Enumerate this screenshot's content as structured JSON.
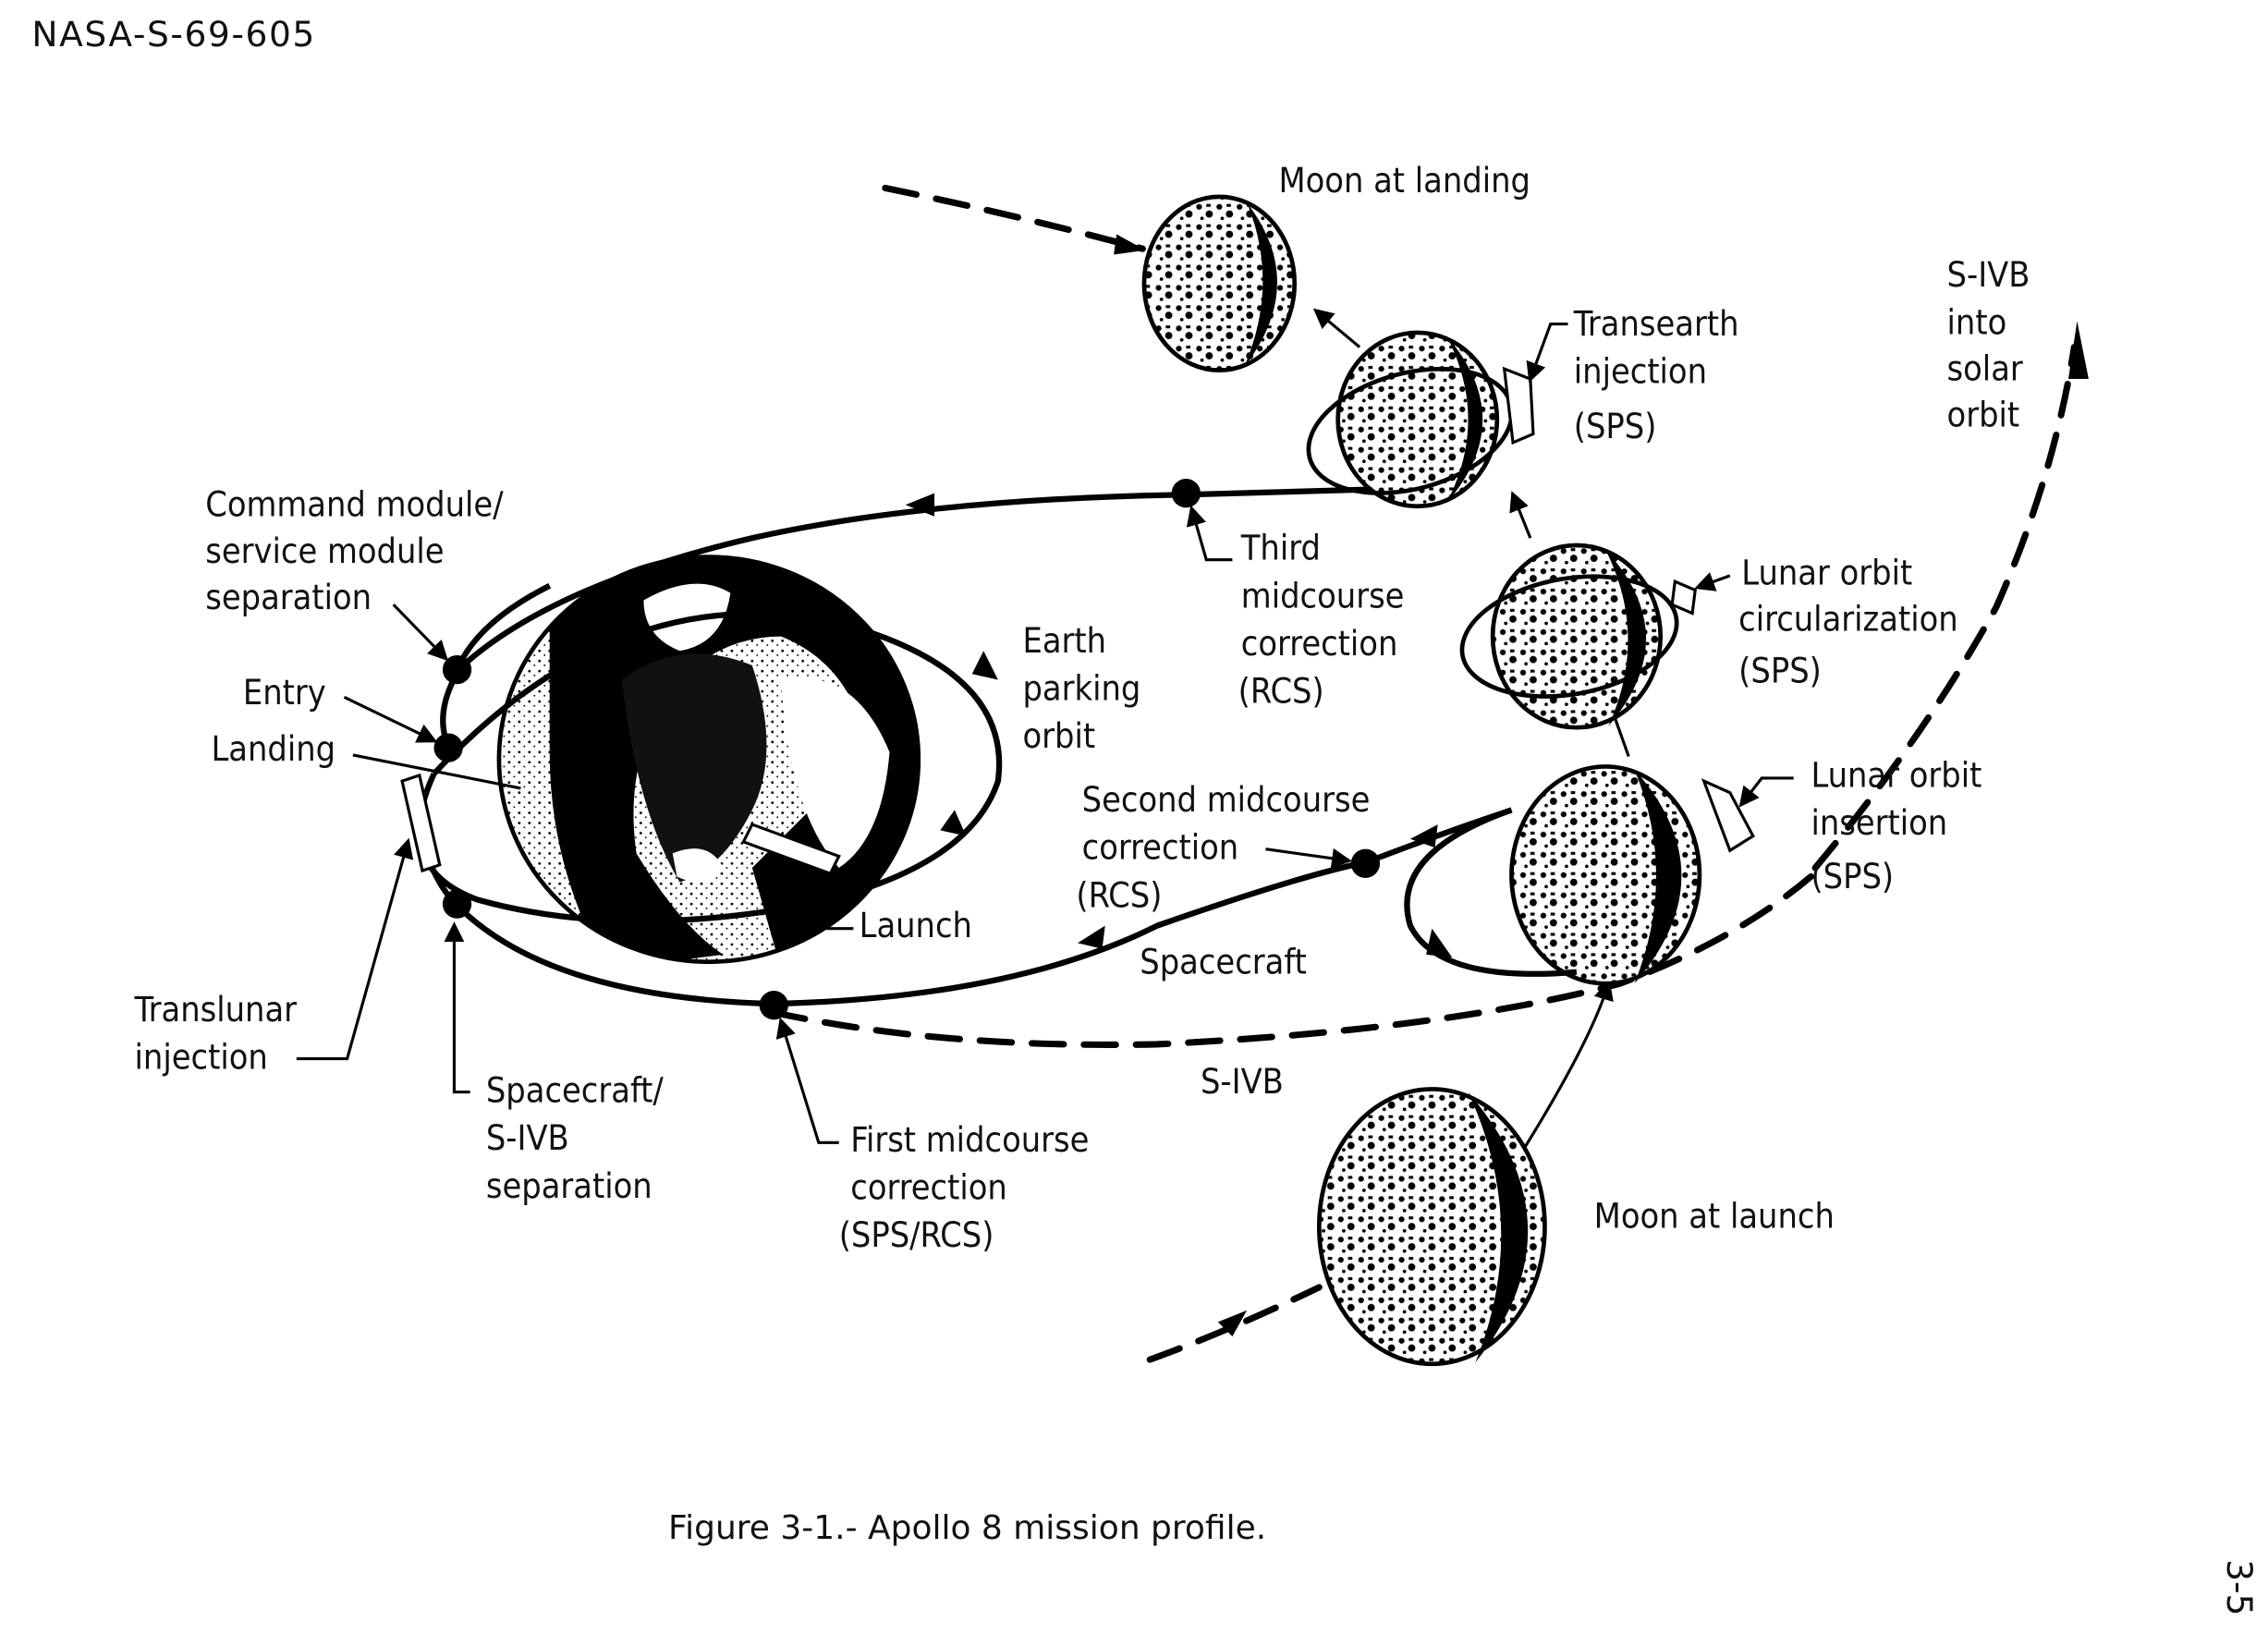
{
  "document": {
    "id": "NASA-S-69-605",
    "caption": "Figure 3-1.-  Apollo 8 mission profile.",
    "page_number": "3-5"
  },
  "bodies": {
    "earth": "Earth",
    "moon_at_landing": "Moon at landing",
    "moon_at_launch": "Moon at launch"
  },
  "labels": {
    "cm_sm_separation": [
      "Command module/",
      "service module",
      "separation"
    ],
    "entry": "Entry",
    "landing": "Landing",
    "translunar_injection": [
      "Translunar",
      "injection"
    ],
    "spacecraft_sivb_separation": [
      "Spacecraft/",
      "S-IVB",
      "separation"
    ],
    "first_midcourse": [
      "First midcourse",
      "correction",
      "(SPS/RCS)"
    ],
    "earth_parking_orbit": [
      "Earth",
      "parking",
      "orbit"
    ],
    "launch": "Launch",
    "third_midcourse": [
      "Third",
      "midcourse",
      "correction",
      "(RCS)"
    ],
    "second_midcourse": [
      "Second midcourse",
      "correction",
      "(RCS)"
    ],
    "spacecraft_path": "Spacecraft",
    "sivb_path": "S-IVB",
    "transearth_injection": [
      "Transearth",
      "injection",
      "(SPS)"
    ],
    "lunar_orbit_circularization": [
      "Lunar orbit",
      "circularization",
      "(SPS)"
    ],
    "lunar_orbit_insertion": [
      "Lunar orbit",
      "insertion",
      "(SPS)"
    ],
    "sivb_solar_orbit": [
      "S-IVB",
      "into",
      "solar",
      "orbit"
    ]
  }
}
